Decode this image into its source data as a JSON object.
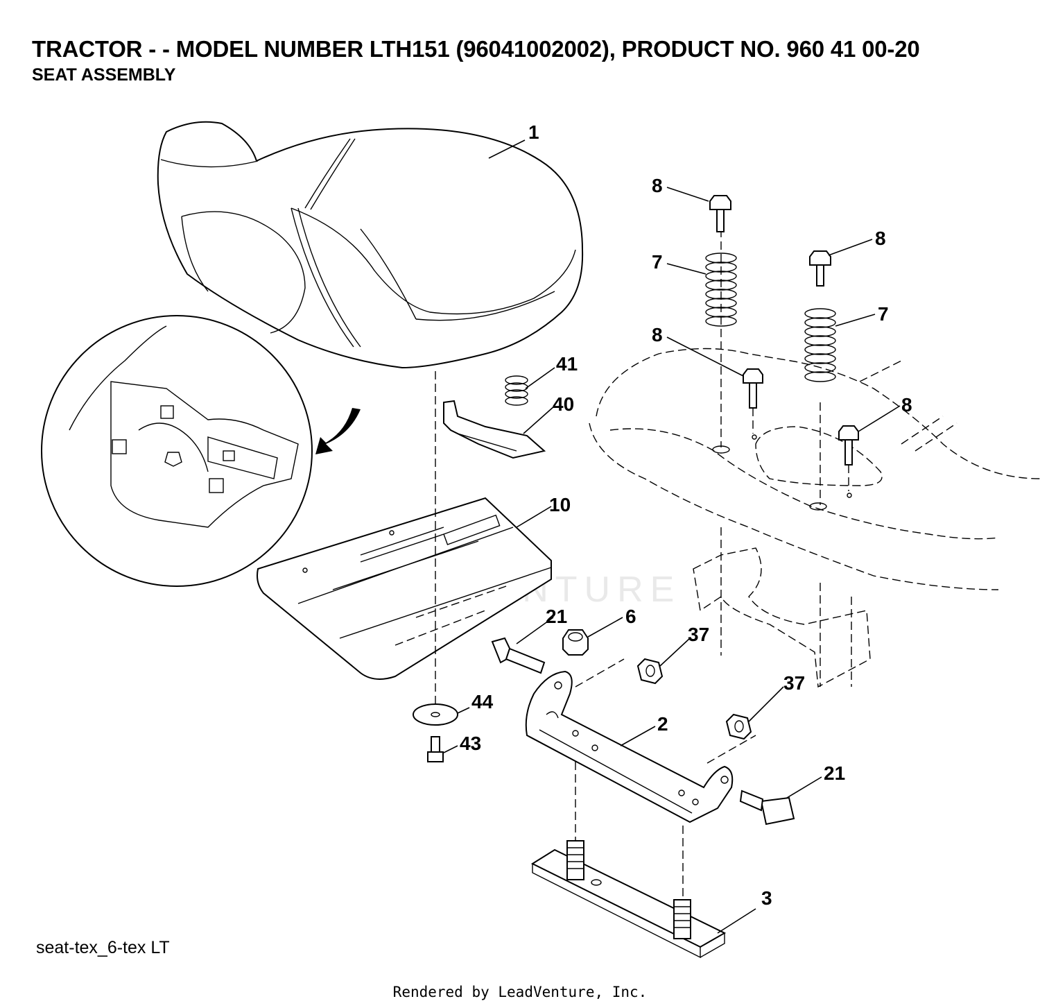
{
  "header": {
    "title": "TRACTOR - - MODEL NUMBER LTH151 (96041002002), PRODUCT NO. 960 41 00-20",
    "subtitle": "SEAT ASSEMBLY"
  },
  "diagram": {
    "figure_id": "seat-tex_6-tex LT",
    "watermark": "LEADVENTURE",
    "callouts": {
      "seat": "1",
      "seat_bracket": "2",
      "slide_plate": "3",
      "nut_6": "6",
      "spring_left": "7",
      "spring_right": "7",
      "bolt_8_a": "8",
      "bolt_8_b": "8",
      "bolt_8_c": "8",
      "bolt_8_d": "8",
      "seat_pan": "10",
      "bolt_21_upper": "21",
      "bolt_21_lower": "21",
      "nut_37_upper": "37",
      "nut_37_lower": "37",
      "latch_40": "40",
      "spring_41": "41",
      "screw_43": "43",
      "washer_44": "44"
    }
  },
  "footer": {
    "credit": "Rendered by LeadVenture, Inc."
  }
}
